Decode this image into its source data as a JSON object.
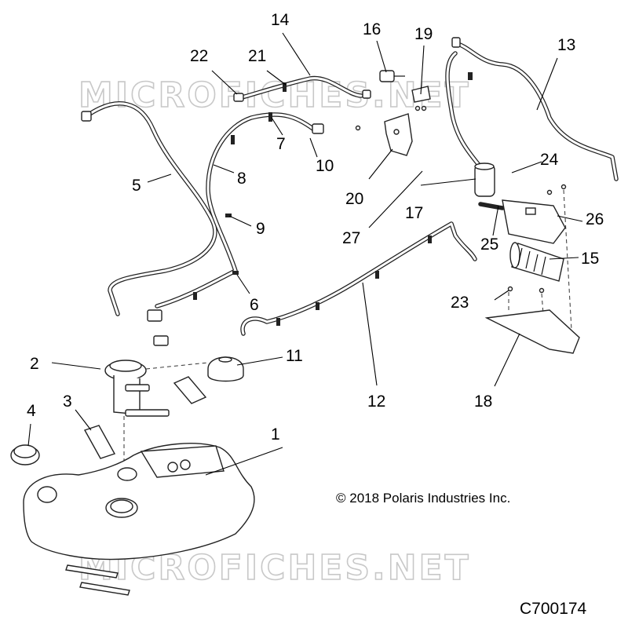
{
  "watermarks": [
    "MICROFICHES.NET",
    "MICROFICHES.NET"
  ],
  "callouts": [
    "1",
    "2",
    "3",
    "4",
    "5",
    "6",
    "7",
    "8",
    "9",
    "10",
    "11",
    "12",
    "13",
    "14",
    "15",
    "16",
    "17",
    "18",
    "19",
    "20",
    "21",
    "22",
    "23",
    "24",
    "25",
    "26",
    "27"
  ],
  "copyright": "© 2018 Polaris Industries Inc.",
  "diagram_code": "C700174"
}
